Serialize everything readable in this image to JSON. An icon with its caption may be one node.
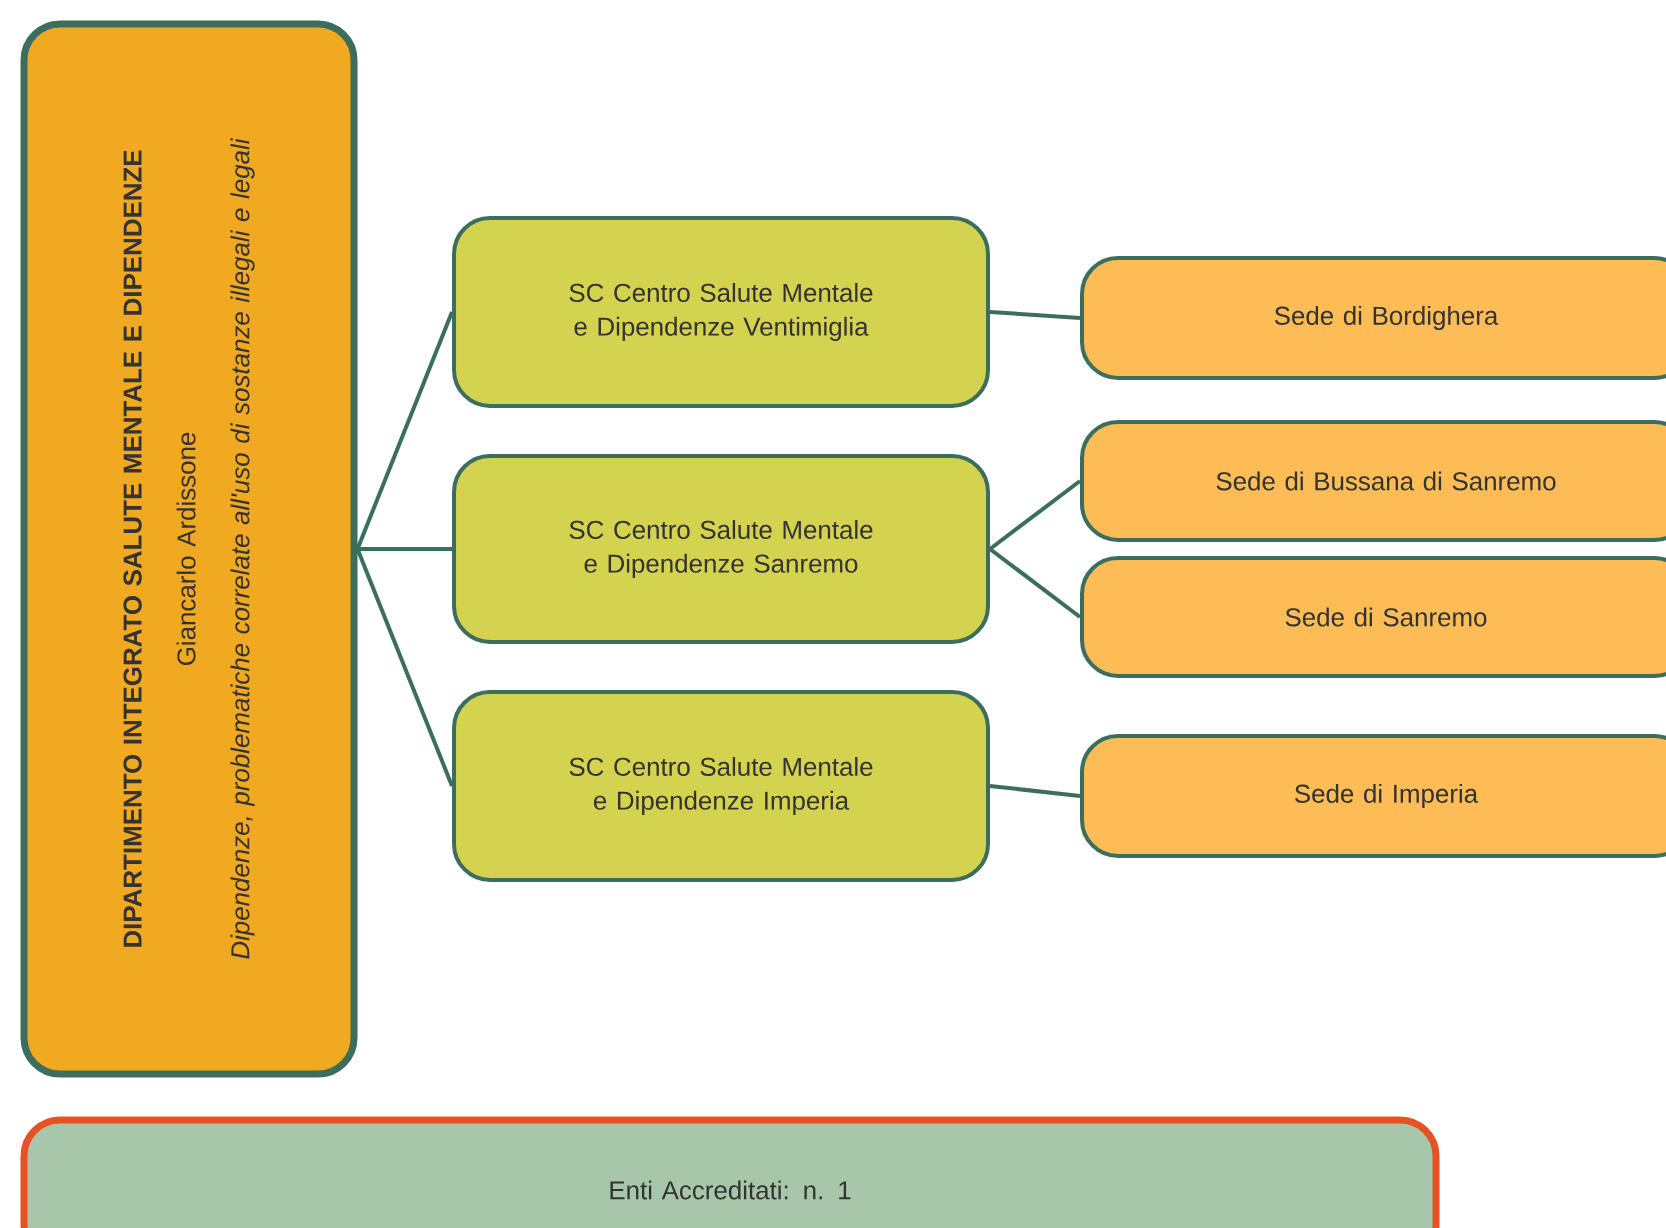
{
  "diagram": {
    "nodes": [
      {
        "text": [
          "DIPARTIMENTO INTEGRATO SALUTE MENTALE E DIPENDENZE",
          "Giancarlo Ardissone",
          "Dipendenze, problematiche correlate all'uso di sostanze illegali e legali"
        ]
      },
      {
        "text": [
          "SC Centro Salute Mentale e Dipendenze Ventimiglia"
        ]
      },
      {
        "text": [
          "SC Centro Salute Mentale e Dipendenze Sanremo"
        ]
      },
      {
        "text": [
          "SC Centro Salute Mentale e Dipendenze Imperia"
        ]
      },
      {
        "text": [
          "Sede di Bordighera"
        ]
      },
      {
        "text": [
          "Sede di Bussana di Sanremo"
        ]
      },
      {
        "text": [
          "Sede di Sanremo"
        ]
      },
      {
        "text": [
          "Sede di Imperia"
        ]
      },
      {
        "text": [
          "Enti Accreditati: n. 1"
        ]
      }
    ],
    "edges": [
      {
        "from": 0,
        "to": 1,
        "arrow": "none"
      },
      {
        "from": 0,
        "to": 2,
        "arrow": "none"
      },
      {
        "from": 0,
        "to": 3,
        "arrow": "none"
      },
      {
        "from": 1,
        "to": 4,
        "arrow": "none"
      },
      {
        "from": 2,
        "to": 5,
        "arrow": "none"
      },
      {
        "from": 2,
        "to": 6,
        "arrow": "none"
      },
      {
        "from": 3,
        "to": 7,
        "arrow": "none"
      }
    ]
  }
}
